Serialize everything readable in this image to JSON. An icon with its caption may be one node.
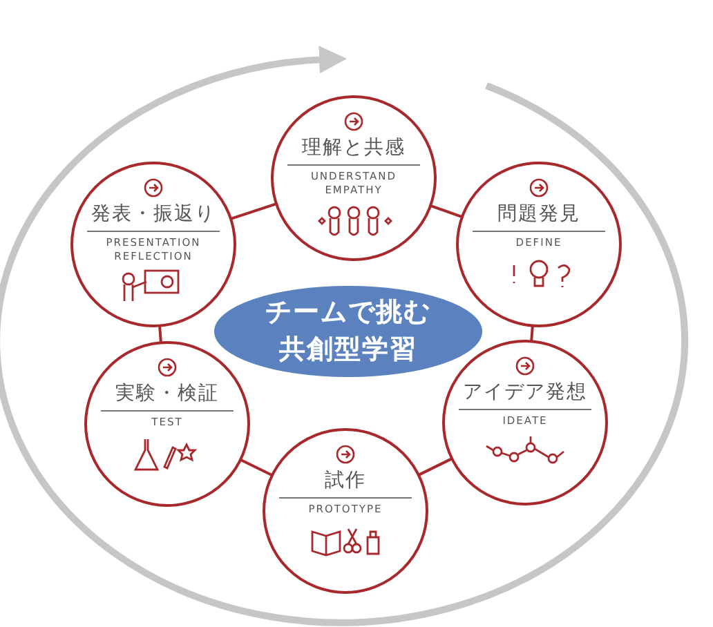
{
  "diagram": {
    "nodes": [
      {
        "text": [
          "チームで挑む共創型学習"
        ]
      },
      {
        "text": [
          "理解と共感",
          "UNDERSTAND EMPATHY"
        ]
      },
      {
        "text": [
          "問題発見",
          "DEFINE"
        ]
      },
      {
        "text": [
          "アイデア発想",
          "IDEATE"
        ]
      },
      {
        "text": [
          "試作",
          "PROTOTYPE"
        ]
      },
      {
        "text": [
          "実験・検証",
          "TEST"
        ]
      },
      {
        "text": [
          "発表・振返り",
          "PRESENTATION REFLECTION"
        ]
      }
    ],
    "edges": [
      {
        "from": 1,
        "to": 2,
        "arrow": "none"
      },
      {
        "from": 2,
        "to": 3,
        "arrow": "none"
      },
      {
        "from": 3,
        "to": 4,
        "arrow": "none"
      },
      {
        "from": 4,
        "to": 5,
        "arrow": "none"
      },
      {
        "from": 5,
        "to": 6,
        "arrow": "none"
      },
      {
        "from": 6,
        "to": 1,
        "arrow": "none"
      }
    ]
  }
}
